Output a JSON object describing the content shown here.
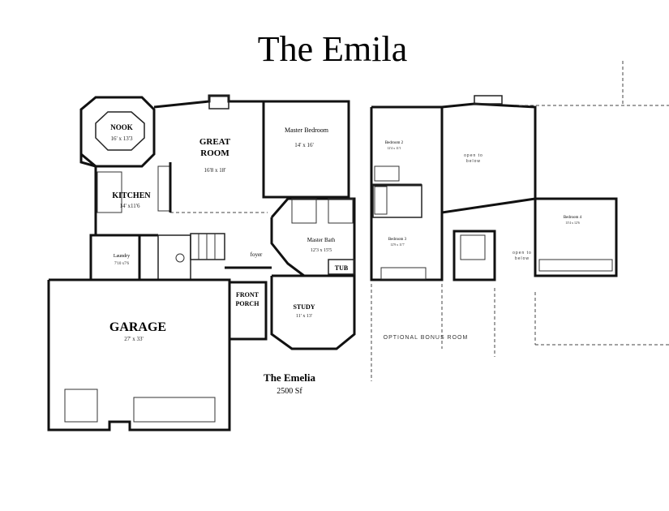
{
  "title": "The Emila",
  "footer": {
    "name": "The Emelia",
    "area": "2500 Sf"
  },
  "main_floor": {
    "nook": {
      "name": "NOOK",
      "size": "16' x 13'3"
    },
    "great_room": {
      "name_line1": "GREAT",
      "name_line2": "ROOM",
      "size": "16'8 x 18'"
    },
    "master_bedroom": {
      "name": "Master Bedroom",
      "size": "14' x 16'"
    },
    "kitchen": {
      "name": "KITCHEN",
      "size": "14' x11'6"
    },
    "laundry": {
      "name": "Laundry",
      "size": "7'10 x7'6"
    },
    "foyer": {
      "name": "foyer"
    },
    "master_bath": {
      "name": "Master Bath",
      "size": "12'3 x 15'5"
    },
    "tub": {
      "name": "TUB"
    },
    "front_porch": {
      "name_line1": "FRONT",
      "name_line2": "PORCH"
    },
    "study": {
      "name": "STUDY",
      "size": "11' x 13'"
    },
    "garage": {
      "name": "GARAGE",
      "size": "27' x 33'"
    }
  },
  "upper_floor": {
    "bedroom2": {
      "name": "Bedroom 2",
      "size": "12'4 x 11'1"
    },
    "bedroom3": {
      "name": "Bedroom 3",
      "size": "12'9 x 11'7"
    },
    "bedroom4": {
      "name": "Bedroom 4",
      "size": "13'4 x 12'6"
    },
    "open_below_1": {
      "line1": "open to",
      "line2": "below"
    },
    "open_below_2": {
      "line1": "open to",
      "line2": "below"
    },
    "bonus_room": "OPTIONAL BONUS ROOM"
  }
}
